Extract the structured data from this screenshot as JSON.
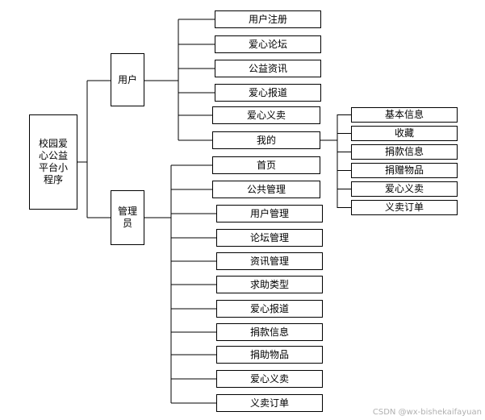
{
  "root": "校园爱\n心公益\n平台小\n程序",
  "user_group": {
    "label": "用户",
    "items": [
      "用户注册",
      "爱心论坛",
      "公益资讯",
      "爱心报道",
      "爱心义卖",
      "我的"
    ]
  },
  "mine_group": {
    "items": [
      "基本信息",
      "收藏",
      "捐款信息",
      "捐赠物品",
      "爱心义卖",
      "义卖订单"
    ]
  },
  "admin_group": {
    "label": "管理\n员",
    "items": [
      "首页",
      "公共管理",
      "用户管理",
      "论坛管理",
      "资讯管理",
      "求助类型",
      "爱心报道",
      "捐款信息",
      "捐助物品",
      "爱心义卖",
      "义卖订单"
    ]
  },
  "watermark": "CSDN @wx-bishekaifayuan"
}
